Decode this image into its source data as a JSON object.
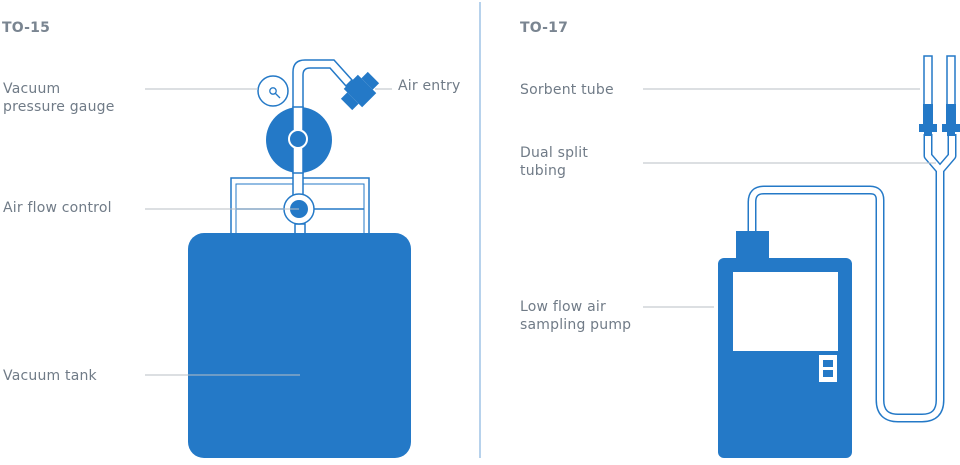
{
  "diagram": {
    "colors": {
      "primary": "#2479c7",
      "line": "#b9bfc6",
      "text": "#707b87",
      "title": "#7a8591",
      "divider": "#9fc3e6"
    },
    "to15": {
      "title": "TO-15",
      "labels": {
        "gauge": "Vacuum\npressure gauge",
        "air_entry": "Air entry",
        "flow_control": "Air flow control",
        "tank": "Vacuum tank"
      }
    },
    "to17": {
      "title": "TO-17",
      "labels": {
        "sorbent": "Sorbent tube",
        "dual_split": "Dual split\ntubing",
        "pump": "Low flow air\nsampling pump"
      }
    }
  }
}
